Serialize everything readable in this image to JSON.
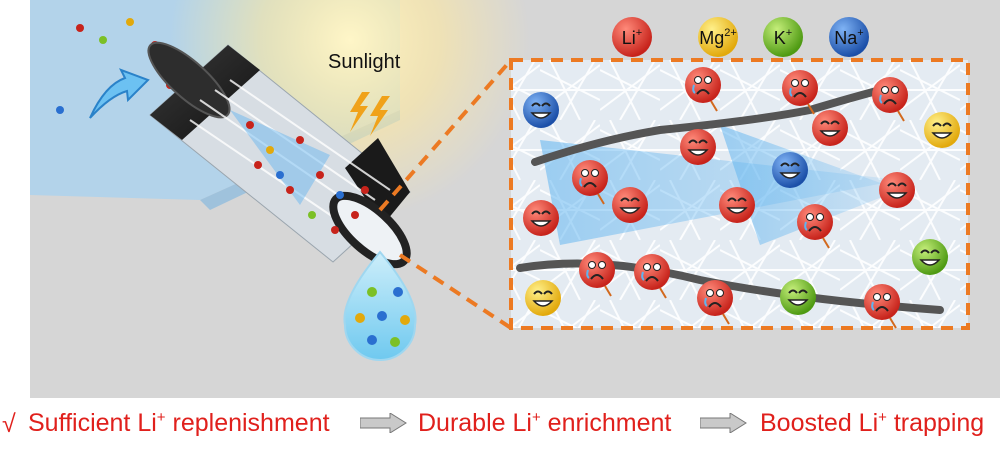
{
  "scene": {
    "sunlight_label": "Sunlight",
    "checkmark": "√"
  },
  "legend": [
    {
      "ion": "Li",
      "charge": "+",
      "color": "#e3352b"
    },
    {
      "ion": "Mg",
      "charge": "2+",
      "color": "#f2c81a"
    },
    {
      "ion": "K",
      "charge": "+",
      "color": "#7cc026"
    },
    {
      "ion": "Na",
      "charge": "+",
      "color": "#2a6fd0"
    }
  ],
  "steps": [
    {
      "prefix": "Sufficient Li",
      "sup": "+",
      "suffix": " replenishment"
    },
    {
      "prefix": "Durable Li",
      "sup": "+",
      "suffix": " enrichment"
    },
    {
      "prefix": "Boosted Li",
      "sup": "+",
      "suffix": " trapping"
    }
  ],
  "colors": {
    "accent_orange": "#ec7a23",
    "text_red": "#e0201c",
    "li": "#e3352b",
    "mg": "#f2c81a",
    "k": "#7cc026",
    "na": "#2a6fd0"
  }
}
